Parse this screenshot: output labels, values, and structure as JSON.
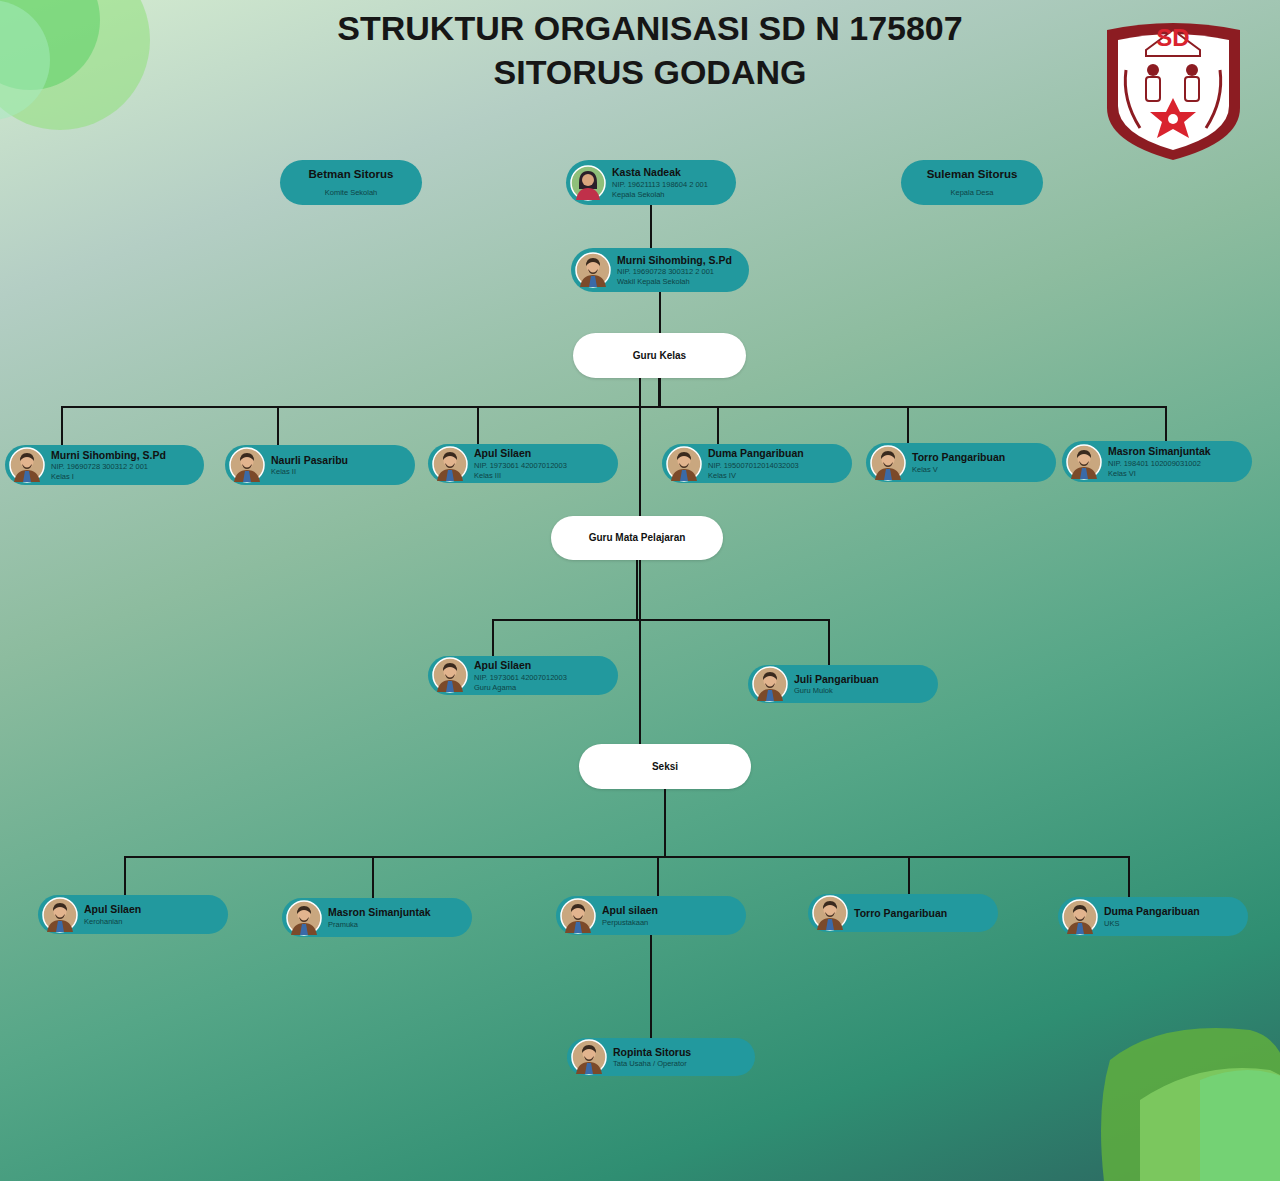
{
  "diagram": {
    "title": "STRUKTUR ORGANISASI SD N 175807 SITORUS GODANG",
    "nodes": [
      {
        "text": [
          "Betman Sitorus",
          "Komite Sekolah"
        ]
      },
      {
        "text": [
          "Kasta Nadeak",
          "NIP. 19621113 198604 2 001",
          "Kepala Sekolah"
        ]
      },
      {
        "text": [
          "Suleman Sitorus",
          "Kepala Desa"
        ]
      },
      {
        "text": [
          "Murni Sihombing, S.Pd",
          "NIP. 19690728 300312 2 001",
          "Wakil Kepala Sekolah"
        ]
      },
      {
        "text": [
          "Guru Kelas"
        ]
      },
      {
        "text": [
          "Murni Sihombing, S.Pd",
          "NIP. 19690728 300312 2 001",
          "Kelas I"
        ]
      },
      {
        "text": [
          "Naurli Pasaribu",
          "Kelas II"
        ]
      },
      {
        "text": [
          "Apul Silaen",
          "NIP. 1973061 42007012003",
          "Kelas III"
        ]
      },
      {
        "text": [
          "Duma Pangaribuan",
          "NIP. 195007012014032003",
          "Kelas IV"
        ]
      },
      {
        "text": [
          "Torro Pangaribuan",
          "Kelas V"
        ]
      },
      {
        "text": [
          "Masron Simanjuntak",
          "NIP. 198401 102009031002",
          "Kelas VI"
        ]
      },
      {
        "text": [
          "Guru Mata Pelajaran"
        ]
      },
      {
        "text": [
          "Apul Silaen",
          "NIP. 1973061 42007012003",
          "Guru Agama"
        ]
      },
      {
        "text": [
          "Juli Pangaribuan",
          "Guru Mulok"
        ]
      },
      {
        "text": [
          "Seksi"
        ]
      },
      {
        "text": [
          "Apul Silaen",
          "Kerohanian"
        ]
      },
      {
        "text": [
          "Masron Simanjuntak",
          "Pramuka"
        ]
      },
      {
        "text": [
          "Apul silaen",
          "Perpustakaan"
        ]
      },
      {
        "text": [
          "Torro Pangaribuan"
        ]
      },
      {
        "text": [
          "Duma Pangaribuan",
          "UKS"
        ]
      },
      {
        "text": [
          "Ropinta Sitorus",
          "Tata Usaha / Operator"
        ]
      }
    ],
    "edges": [
      {
        "from": 1,
        "to": 3,
        "arrow": "none"
      },
      {
        "from": 3,
        "to": 4,
        "arrow": "none"
      },
      {
        "from": 4,
        "to": 5,
        "arrow": "none"
      },
      {
        "from": 4,
        "to": 6,
        "arrow": "none"
      },
      {
        "from": 4,
        "to": 7,
        "arrow": "none"
      },
      {
        "from": 4,
        "to": 8,
        "arrow": "none"
      },
      {
        "from": 4,
        "to": 9,
        "arrow": "none"
      },
      {
        "from": 4,
        "to": 10,
        "arrow": "none"
      },
      {
        "from": 4,
        "to": 11,
        "arrow": "none"
      },
      {
        "from": 11,
        "to": 12,
        "arrow": "none"
      },
      {
        "from": 11,
        "to": 13,
        "arrow": "none"
      },
      {
        "from": 11,
        "to": 14,
        "arrow": "none"
      },
      {
        "from": 14,
        "to": 15,
        "arrow": "none"
      },
      {
        "from": 14,
        "to": 16,
        "arrow": "none"
      },
      {
        "from": 14,
        "to": 17,
        "arrow": "none"
      },
      {
        "from": 14,
        "to": 18,
        "arrow": "none"
      },
      {
        "from": 14,
        "to": 19,
        "arrow": "none"
      },
      {
        "from": 17,
        "to": 20,
        "arrow": "none"
      }
    ],
    "labels": [
      "SD"
    ]
  }
}
